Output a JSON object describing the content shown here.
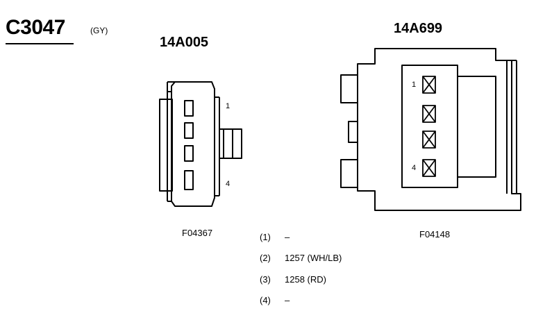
{
  "connector": {
    "id": "C3047",
    "color": "(GY)"
  },
  "left_connector": {
    "part_number": "14A005",
    "figure_id": "F04367",
    "pin_label_first": "1",
    "pin_label_last": "4"
  },
  "right_connector": {
    "part_number": "14A699",
    "figure_id": "F04148",
    "pin_label_first": "1",
    "pin_label_last": "4"
  },
  "circuits": [
    {
      "pin": "(1)",
      "circuit": "–"
    },
    {
      "pin": "(2)",
      "circuit": "1257 (WH/LB)"
    },
    {
      "pin": "(3)",
      "circuit": "1258 (RD)"
    },
    {
      "pin": "(4)",
      "circuit": "–"
    }
  ]
}
